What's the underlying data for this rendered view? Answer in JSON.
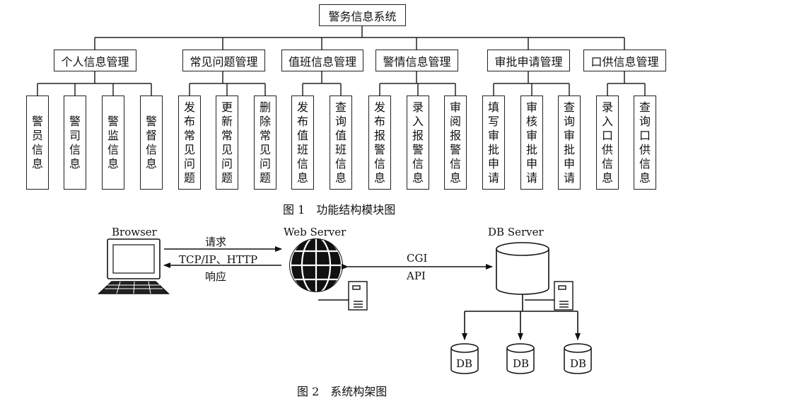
{
  "figure1": {
    "root": "警务信息系统",
    "caption": "图 1　功能结构模块图",
    "modules": [
      {
        "title": "个人信息管理",
        "items": [
          "警员信息",
          "警司信息",
          "警监信息",
          "警督信息"
        ]
      },
      {
        "title": "常见问题管理",
        "items": [
          "发布常见问题",
          "更新常见问题",
          "删除常见问题"
        ]
      },
      {
        "title": "值班信息管理",
        "items": [
          "发布值班信息",
          "查询值班信息"
        ]
      },
      {
        "title": "警情信息管理",
        "items": [
          "发布报警信息",
          "录入报警信息",
          "审阅报警信息"
        ]
      },
      {
        "title": "审批申请管理",
        "items": [
          "填写审批申请",
          "审核审批申请",
          "查询审批申请"
        ]
      },
      {
        "title": "口供信息管理",
        "items": [
          "录入口供信息",
          "查询口供信息"
        ]
      }
    ]
  },
  "figure2": {
    "caption": "图 2　系统构架图",
    "browser": "Browser",
    "web_server": "Web Server",
    "db_server": "DB Server",
    "request": "请求",
    "protocol": "TCP/IP、HTTP",
    "response": "响应",
    "cgi": "CGI",
    "api": "API",
    "databases": [
      "DB",
      "DB",
      "DB"
    ]
  }
}
